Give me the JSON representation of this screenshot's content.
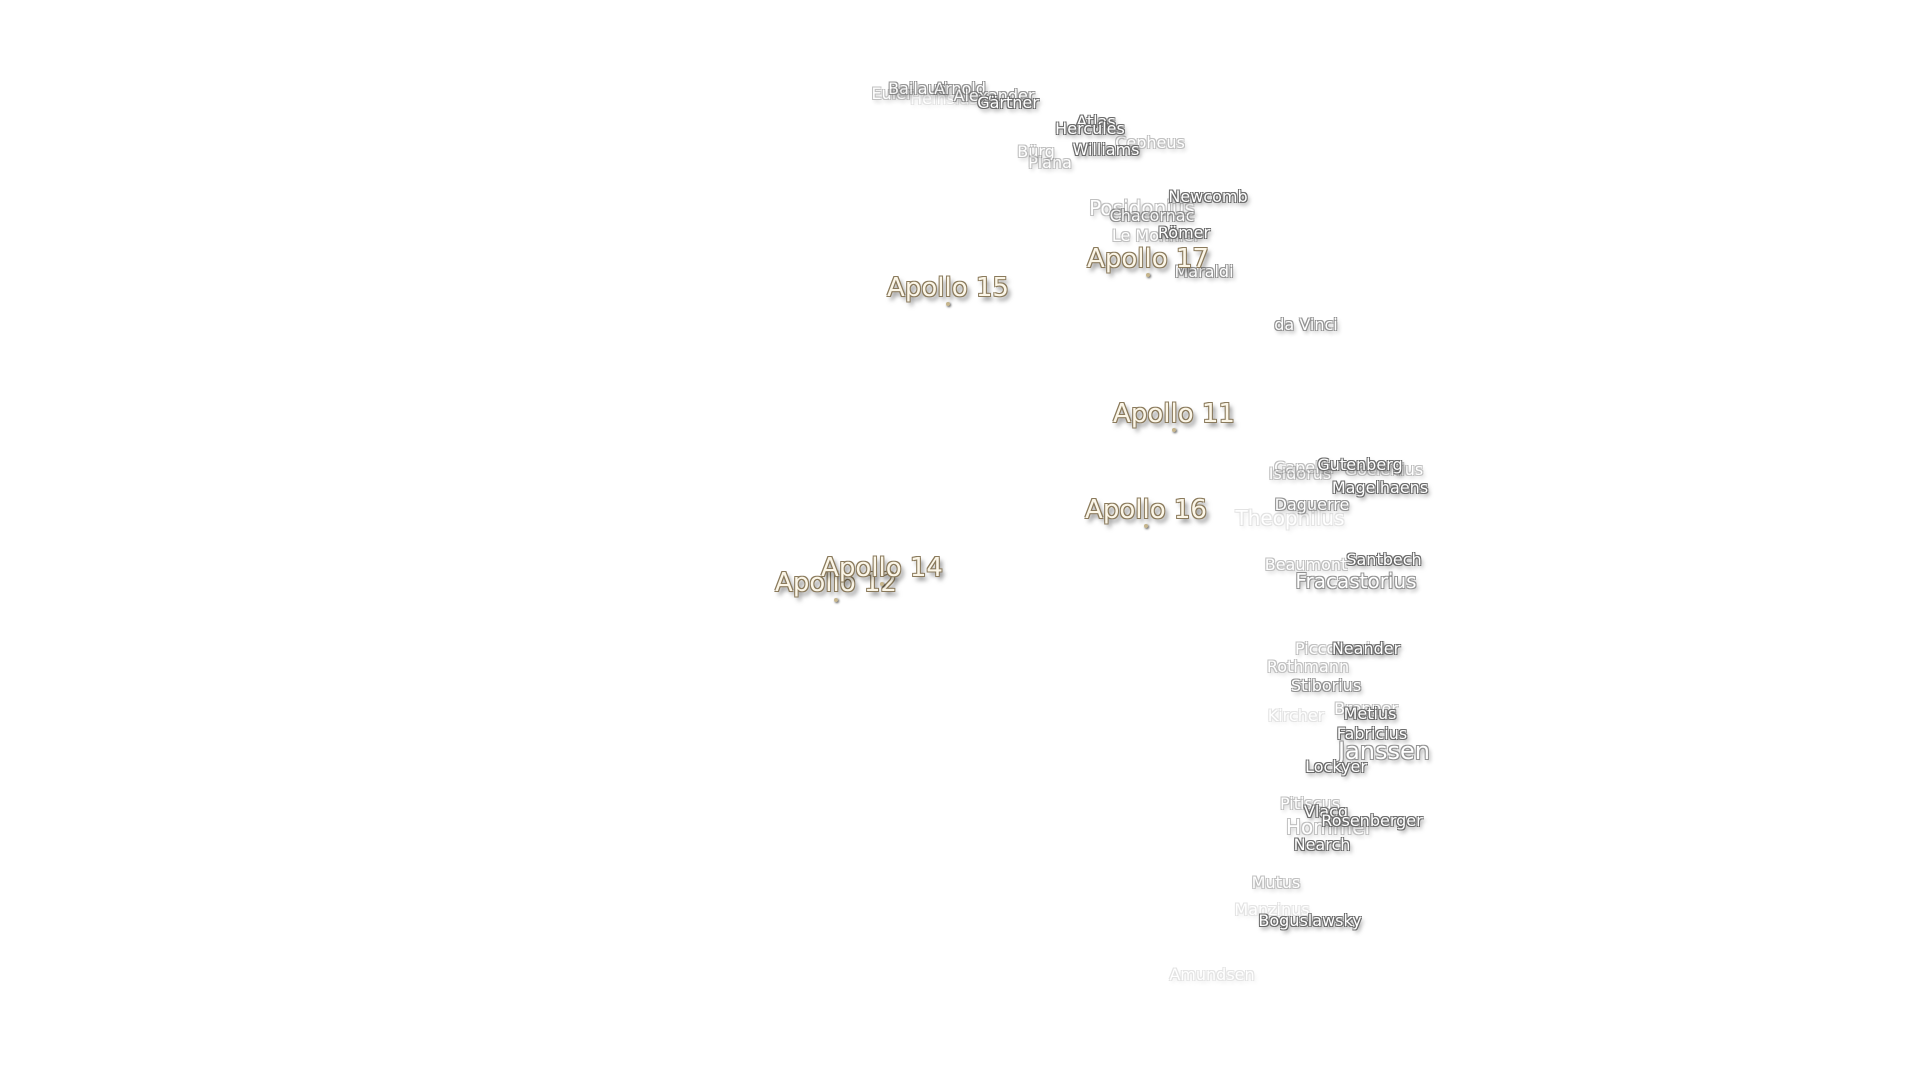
{
  "apollo_sites": [
    {
      "key": "a11",
      "name": "Apollo 11"
    },
    {
      "key": "a12",
      "name": "Apollo 12"
    },
    {
      "key": "a14",
      "name": "Apollo 14"
    },
    {
      "key": "a15",
      "name": "Apollo 15"
    },
    {
      "key": "a16",
      "name": "Apollo 16"
    },
    {
      "key": "a17",
      "name": "Apollo 17"
    }
  ],
  "craters": {
    "euler": "Euler",
    "heinsius": "Heinsius",
    "bailaud": "Bailaud",
    "arnold": "Arnold",
    "alexander": "Alexander",
    "gartner": "Gärtner",
    "atlas": "Atlas",
    "hercules": "Hercules",
    "williams": "Williams",
    "cepheus": "Cepheus",
    "burg": "Bürg",
    "plana": "Plana",
    "newcomb": "Newcomb",
    "posidonius": "Posidonius",
    "chacornac": "Chacornac",
    "le_monnier": "Le Monnier",
    "romer": "Römer",
    "maraldi": "Maraldi",
    "da_vinci": "da Vinci",
    "capella": "Capella",
    "gutenberg": "Gutenberg",
    "goclenius": "Goclenius",
    "isidorus": "Isidorus",
    "magelhaens": "Magelhaens",
    "daguerre": "Daguerre",
    "theophilus": "Theophilus",
    "beaumont": "Beaumont",
    "santbech": "Santbech",
    "fracastorius": "Fracastorius",
    "piccolomini": "Piccolomini",
    "neander": "Neander",
    "rothmann": "Rothmann",
    "stiborius": "Stiborius",
    "brenner": "Brenner",
    "metius": "Metius",
    "kircher": "Kircher",
    "fabricius": "Fabricius",
    "janssen": "Janssen",
    "lockyer": "Lockyer",
    "pitiscus": "Pitiscus",
    "vlacq": "Vlacq",
    "hommel": "Hommel",
    "rosenberger": "Rosenberger",
    "nearch": "Nearch",
    "mutus": "Mutus",
    "manzinus": "Manzinus",
    "boguslawsky": "Boguslawsky",
    "amundsen": "Amundsen"
  }
}
